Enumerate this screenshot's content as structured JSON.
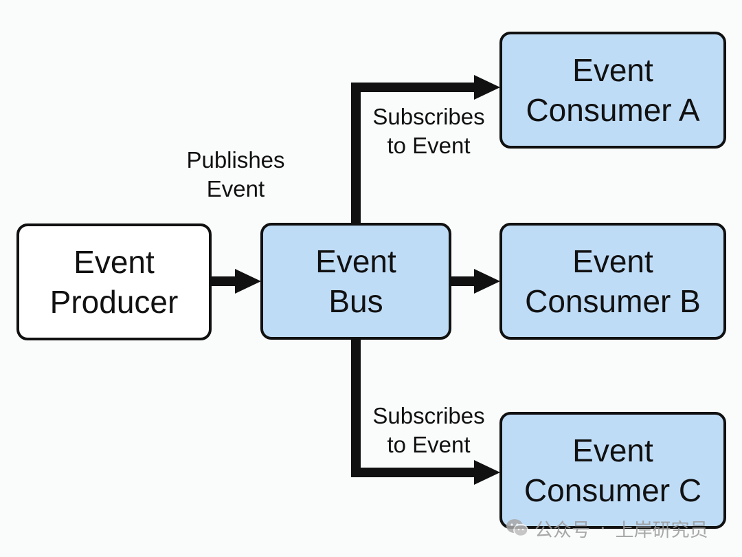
{
  "nodes": {
    "producer": {
      "line1": "Event",
      "line2": "Producer"
    },
    "bus": {
      "line1": "Event",
      "line2": "Bus"
    },
    "consumer_a": {
      "line1": "Event",
      "line2": "Consumer A"
    },
    "consumer_b": {
      "line1": "Event",
      "line2": "Consumer B"
    },
    "consumer_c": {
      "line1": "Event",
      "line2": "Consumer C"
    }
  },
  "edges": {
    "publishes": {
      "line1": "Publishes",
      "line2": "Event"
    },
    "subscribes_a": {
      "line1": "Subscribes",
      "line2": "to Event"
    },
    "subscribes_c": {
      "line1": "Subscribes",
      "line2": "to Event"
    }
  },
  "watermark": {
    "icon": "wechat-icon",
    "prefix": "公众号",
    "separator": "·",
    "name": "上岸研究员"
  },
  "colors": {
    "node_fill_blue": "#bfdcf7",
    "node_fill_white": "#ffffff",
    "stroke": "#111111"
  }
}
